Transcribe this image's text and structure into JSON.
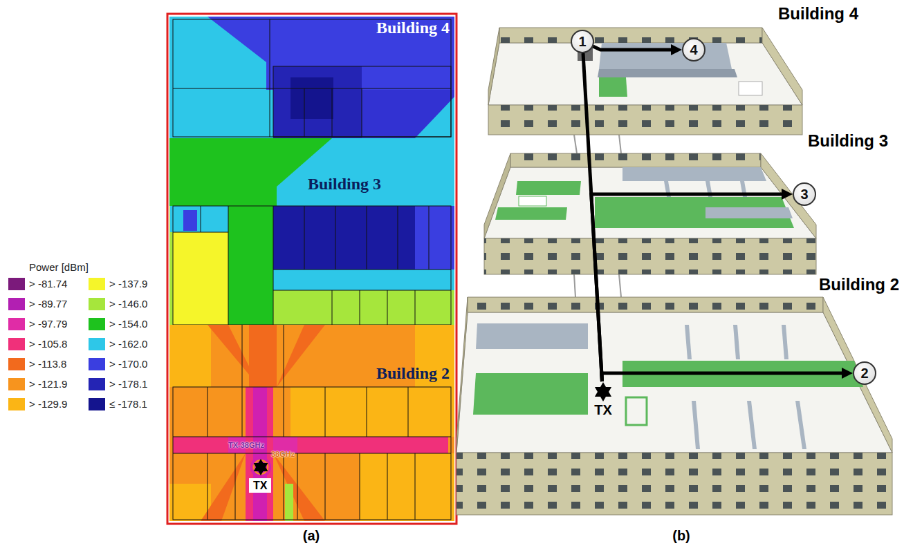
{
  "diagram": {
    "nodes": [
      {
        "text": [
          "TX"
        ]
      },
      {
        "text": [
          "1"
        ]
      },
      {
        "text": [
          "4"
        ]
      },
      {
        "text": [
          "3"
        ]
      },
      {
        "text": [
          "2"
        ]
      },
      {
        "text": [
          "TX"
        ]
      }
    ],
    "edges": [
      {
        "from": 5,
        "to": 1,
        "arrow": "none"
      },
      {
        "from": 1,
        "to": 2,
        "arrow": "to"
      },
      {
        "from": 5,
        "to": 3,
        "arrow": "to"
      },
      {
        "from": 5,
        "to": 4,
        "arrow": "to"
      }
    ],
    "labels": [
      "Building 4",
      "Building 3",
      "Building 2",
      "TX-38GHz",
      "38GHz",
      "Building 4",
      "Building 3",
      "Building 2",
      "(a)",
      "(b)",
      "Power [dBm]"
    ],
    "legend": [
      {
        "text": "> -81.74",
        "color": "#7b1a7b"
      },
      {
        "text": "> -89.77",
        "color": "#b21fb2"
      },
      {
        "text": "> -97.79",
        "color": "#e02ca6"
      },
      {
        "text": "> -105.8",
        "color": "#f0307a"
      },
      {
        "text": "> -113.8",
        "color": "#f26a1d"
      },
      {
        "text": "> -121.9",
        "color": "#f7941e"
      },
      {
        "text": "> -129.9",
        "color": "#fbb515"
      },
      {
        "text": "> -137.9",
        "color": "#f5f52a"
      },
      {
        "text": "> -146.0",
        "color": "#a6e63c"
      },
      {
        "text": "> -154.0",
        "color": "#1ec21e"
      },
      {
        "text": "> -162.0",
        "color": "#2ec7e8"
      },
      {
        "text": "> -170.0",
        "color": "#3a3ee0"
      },
      {
        "text": "> -178.1",
        "color": "#2424b4"
      },
      {
        "text": "≤ -178.1",
        "color": "#14148e"
      }
    ]
  }
}
